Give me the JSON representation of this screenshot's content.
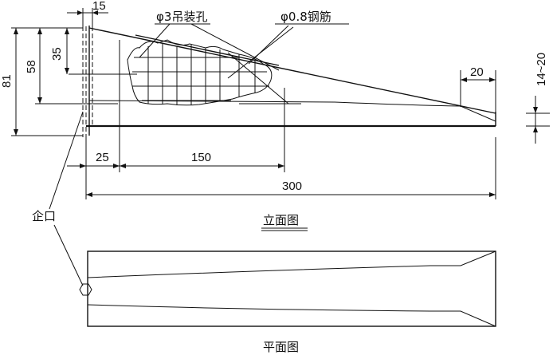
{
  "elevation": {
    "title": "立面图",
    "dim_15": "15",
    "dim_35": "35",
    "dim_58": "58",
    "dim_81": "81",
    "dim_20": "20",
    "dim_14_20": "14~20",
    "dim_25": "25",
    "dim_150": "150",
    "dim_300": "300",
    "label_hole": "φ3吊装孔",
    "label_rebar": "φ0.8钢筋",
    "label_notch": "企口"
  },
  "plan": {
    "title": "平面图"
  }
}
